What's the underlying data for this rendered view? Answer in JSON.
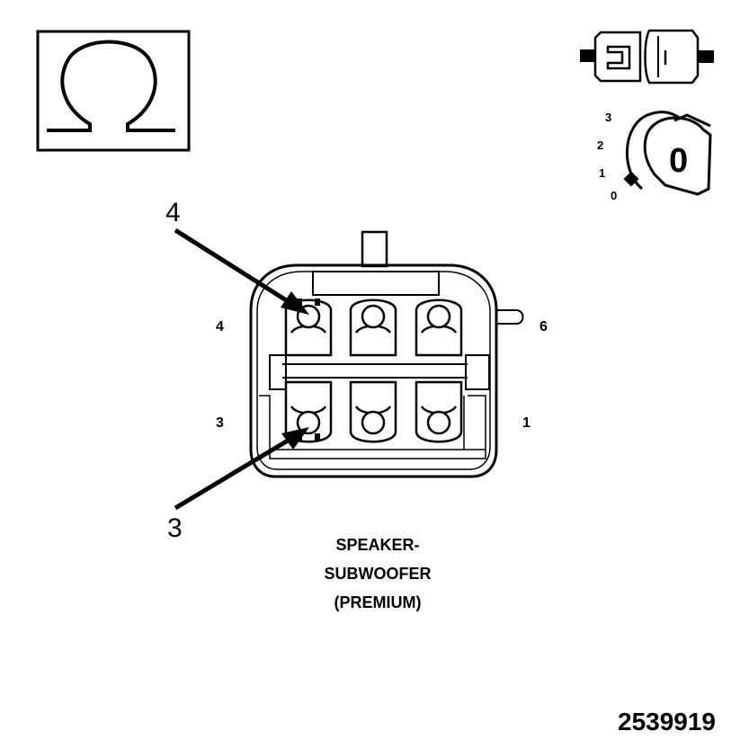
{
  "symbols": {
    "meter": "ohm-symbol-icon",
    "connection": "connector-disconnected-icon",
    "ignition": "ignition-key-off-icon"
  },
  "ignition": {
    "positions": [
      "3",
      "2",
      "1",
      "0"
    ],
    "key_text": "0"
  },
  "callouts": {
    "upper": "4",
    "lower": "3"
  },
  "pins": {
    "top_left": "4",
    "top_right": "6",
    "bottom_left": "3",
    "bottom_right": "1"
  },
  "caption": {
    "line1": "SPEAKER-",
    "line2": "SUBWOOFER",
    "line3": "(PREMIUM)"
  },
  "figure_number": "2539919"
}
